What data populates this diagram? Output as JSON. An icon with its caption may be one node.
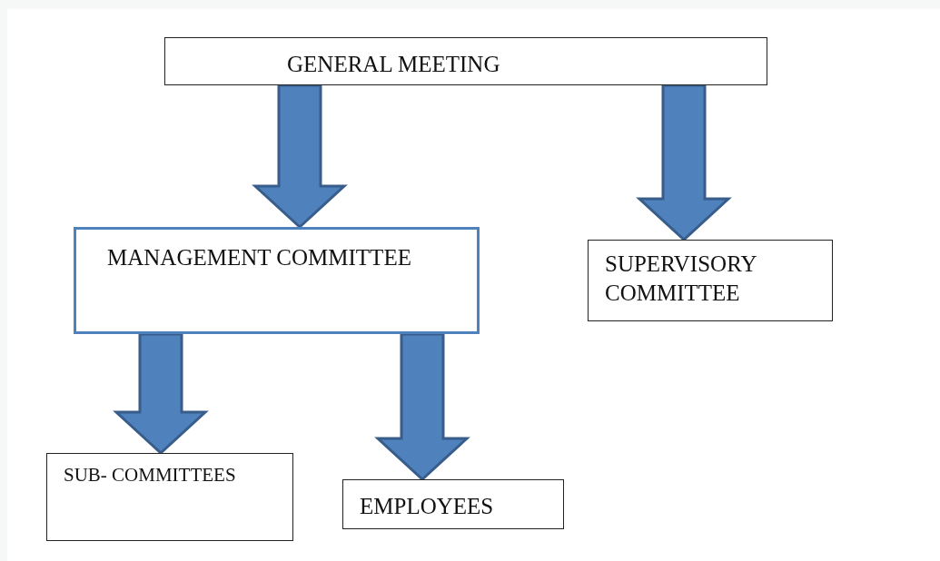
{
  "diagram": {
    "nodes": [
      {
        "text": [
          "GENERAL MEETING"
        ]
      },
      {
        "text": [
          "MANAGEMENT COMMITTEE"
        ]
      },
      {
        "text": [
          "SUPERVISORY COMMITTEE"
        ]
      },
      {
        "text": [
          "SUB- COMMITTEES"
        ]
      },
      {
        "text": [
          "EMPLOYEES"
        ]
      }
    ],
    "edges": [
      {
        "from": 0,
        "to": 1,
        "arrow": "to",
        "style": "thick"
      },
      {
        "from": 0,
        "to": 2,
        "arrow": "to",
        "style": "thick"
      },
      {
        "from": 1,
        "to": 3,
        "arrow": "to",
        "style": "thick"
      },
      {
        "from": 1,
        "to": 4,
        "arrow": "to",
        "style": "thick"
      }
    ]
  }
}
